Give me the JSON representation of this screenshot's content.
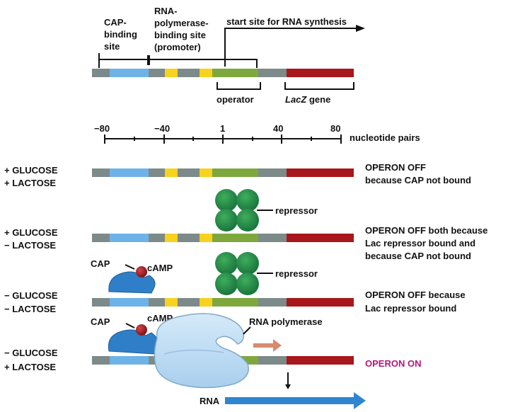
{
  "top": {
    "cap_site": [
      "CAP-",
      "binding",
      "site"
    ],
    "promoter": [
      "RNA-",
      "polymerase-",
      "binding site",
      "(promoter)"
    ],
    "start_site": "start site for RNA synthesis",
    "operator": "operator",
    "lacz_gene_italic": "LacZ",
    "lacz_gene_rest": " gene"
  },
  "scale": {
    "ticks": [
      "−80",
      "−40",
      "1",
      "40",
      "80"
    ],
    "unit": "nucleotide pairs"
  },
  "rows": [
    {
      "left": [
        "+ GLUCOSE",
        "+ LACTOSE"
      ],
      "right": [
        "OPERON OFF",
        "because CAP not bound"
      ]
    },
    {
      "left": [
        "+ GLUCOSE",
        "− LACTOSE"
      ],
      "right": [
        "OPERON OFF both because",
        "Lac repressor bound and",
        "because CAP not bound"
      ]
    },
    {
      "left": [
        "− GLUCOSE",
        "− LACTOSE"
      ],
      "right": [
        "OPERON OFF because",
        "Lac repressor bound"
      ]
    },
    {
      "left": [
        "− GLUCOSE",
        "+ LACTOSE"
      ],
      "right": [
        "OPERON ON"
      ]
    }
  ],
  "labels": {
    "repressor": "repressor",
    "cap": "CAP",
    "camp": "cAMP",
    "rna_polymerase": "RNA polymerase",
    "rna": "RNA"
  },
  "colors": {
    "gray": "#7d8a8a",
    "cap_site": "#6db3e8",
    "promoter_box": "#f7d21e",
    "operator": "#7ea83e",
    "gene": "#a8171b",
    "repressor": "#1f8a3e",
    "cap_protein": "#2f7fc8",
    "camp": "#a11a1f",
    "polymerase": "#b9d9f2",
    "rna_arrow": "#2f86d0",
    "on_text": "#b0177e",
    "transcription_arrow": "#d98a6e"
  }
}
